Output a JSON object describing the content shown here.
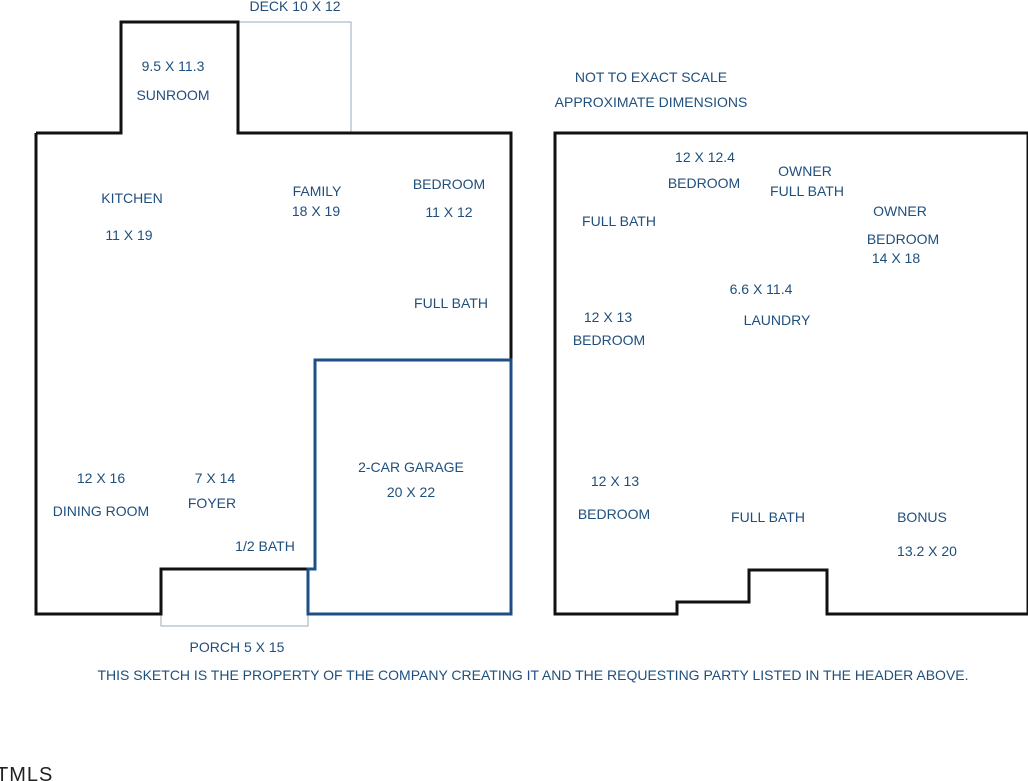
{
  "notes": {
    "scale_line1": "NOT TO EXACT SCALE",
    "scale_line2": "APPROXIMATE DIMENSIONS",
    "footer": "THIS SKETCH IS THE PROPERTY OF THE COMPANY CREATING IT AND THE REQUESTING PARTY LISTED IN THE HEADER ABOVE.",
    "watermark": "TMLS"
  },
  "first_floor": {
    "deck": "DECK 10 X 12",
    "sunroom_dim": "9.5 X 11.3",
    "sunroom": "SUNROOM",
    "kitchen": "KITCHEN",
    "kitchen_dim": "11 X 19",
    "family": "FAMILY",
    "family_dim": "18 X 19",
    "bedroom": "BEDROOM",
    "bedroom_dim": "11 X 12",
    "full_bath": "FULL BATH",
    "garage": "2-CAR GARAGE",
    "garage_dim": "20 X 22",
    "dining_dim": "12 X 16",
    "dining": "DINING ROOM",
    "foyer_dim": "7 X 14",
    "foyer": "FOYER",
    "half_bath": "1/2 BATH",
    "porch": "PORCH 5 X 15"
  },
  "second_floor": {
    "bedroom1_dim": "12 X 12.4",
    "bedroom1": "BEDROOM",
    "owner_bath1": "OWNER",
    "owner_bath2": "FULL BATH",
    "full_bath1": "FULL BATH",
    "owner_bed1": "OWNER",
    "owner_bed2": "BEDROOM",
    "owner_bed_dim": "14 X 18",
    "laundry_dim": "6.6 X 11.4",
    "laundry": "LAUNDRY",
    "bedroom2_dim": "12 X 13",
    "bedroom2": "BEDROOM",
    "bedroom3_dim": "12 X 13",
    "bedroom3": "BEDROOM",
    "full_bath2": "FULL BATH",
    "bonus": "BONUS",
    "bonus_dim": "13.2 X 20"
  }
}
